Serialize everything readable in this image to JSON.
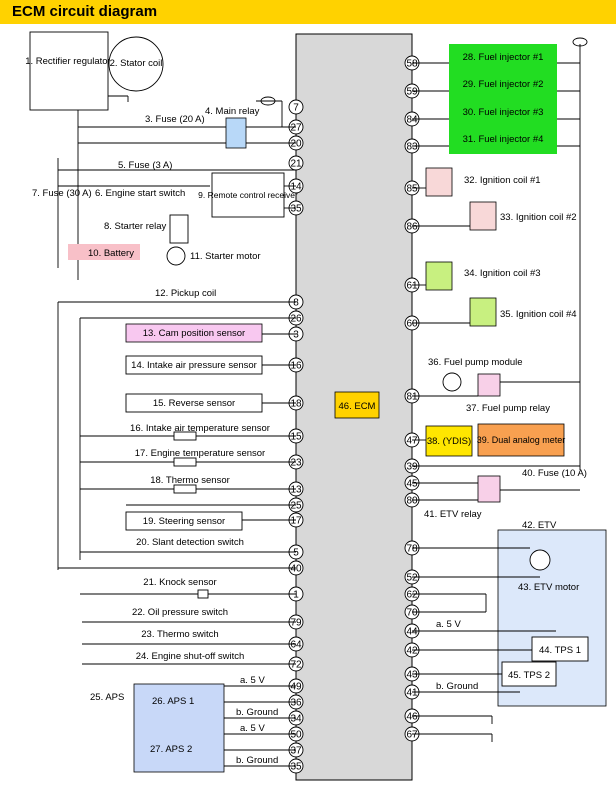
{
  "title": "ECM circuit diagram",
  "ecm": "46. ECM",
  "components": {
    "rectifier": "1. Rectifier regulator",
    "stator": "2. Stator coil",
    "fuse20": "3. Fuse (20 A)",
    "main_relay": "4. Main relay",
    "fuse3": "5. Fuse (3 A)",
    "start_switch": "6. Engine start switch",
    "fuse30": "7. Fuse (30 A)",
    "starter_relay": "8. Starter relay",
    "remote": "9. Remote control receiver",
    "battery": "10. Battery",
    "starter_motor": "11. Starter motor",
    "pickup": "12. Pickup coil",
    "cam": "13. Cam position sensor",
    "intake_press": "14. Intake air pressure sensor",
    "reverse": "15. Reverse sensor",
    "intake_temp": "16. Intake air temperature sensor",
    "engine_temp": "17. Engine temperature sensor",
    "thermo_sensor": "18. Thermo sensor",
    "steering": "19. Steering sensor",
    "slant": "20. Slant detection switch",
    "knock": "21. Knock sensor",
    "oil": "22. Oil pressure switch",
    "thermo_switch": "23. Thermo switch",
    "shutoff": "24. Engine shut-off switch",
    "aps": "25. APS",
    "aps1": "26. APS 1",
    "aps2": "27. APS 2",
    "inj1": "28. Fuel injector #1",
    "inj2": "29. Fuel injector #2",
    "inj3": "30. Fuel injector #3",
    "inj4": "31. Fuel injector #4",
    "coil1": "32. Ignition coil #1",
    "coil2": "33. Ignition coil #2",
    "coil3": "34. Ignition coil #3",
    "coil4": "35. Ignition coil #4",
    "pump_module": "36. Fuel pump module",
    "pump_relay": "37. Fuel pump relay",
    "ydis": "38. (YDIS)",
    "meter": "39. Dual analog meter",
    "fuse10": "40. Fuse (10 A)",
    "etv_relay": "41. ETV relay",
    "etv": "42. ETV",
    "etv_motor": "43. ETV motor",
    "tps1": "44. TPS 1",
    "tps2": "45. TPS 2"
  },
  "wire_labels": {
    "a5v": "a. 5 V",
    "bground": "b. Ground"
  },
  "pins_left": [
    "7",
    "27",
    "20",
    "21",
    "14",
    "35",
    "8",
    "26",
    "3",
    "16",
    "18",
    "15",
    "23",
    "13",
    "25",
    "17",
    "5",
    "40",
    "1",
    "79",
    "64",
    "72",
    "49",
    "36",
    "34",
    "50",
    "37",
    "35"
  ],
  "pins_right": [
    "58",
    "59",
    "84",
    "83",
    "85",
    "86",
    "61",
    "60",
    "81",
    "47",
    "39",
    "45",
    "80",
    "78",
    "52",
    "62",
    "70",
    "44",
    "42",
    "43",
    "41",
    "46",
    "67"
  ],
  "colors": {
    "title_bar": "#FFD200",
    "injector": "#22DD22",
    "cam": "#F8C8F0",
    "battery": "#F8C0C8",
    "ecm": "#FFD200",
    "ydis": "#FFE600",
    "meter": "#F8A050",
    "etv": "#DCE8FA",
    "aps": "#C8D8F8",
    "coil_a": "#F8D8D8",
    "coil_b": "#C8F080"
  }
}
